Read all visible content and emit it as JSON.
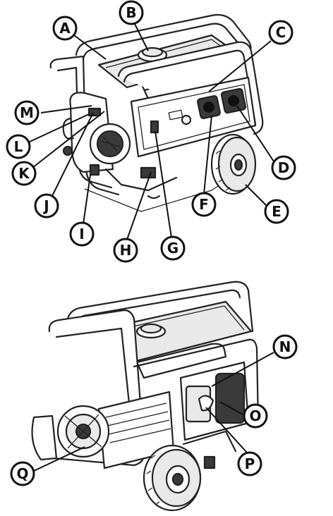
{
  "figure": {
    "views": [
      {
        "name": "front-view",
        "callouts": [
          "A",
          "B",
          "C",
          "D",
          "E",
          "F",
          "G",
          "H",
          "I",
          "J",
          "K",
          "L",
          "M"
        ]
      },
      {
        "name": "rear-view",
        "callouts": [
          "N",
          "O",
          "P",
          "Q"
        ]
      }
    ]
  },
  "labels": {
    "A": "A",
    "B": "B",
    "C": "C",
    "D": "D",
    "E": "E",
    "F": "F",
    "G": "G",
    "H": "H",
    "I": "I",
    "J": "J",
    "K": "K",
    "L": "L",
    "M": "M",
    "N": "N",
    "O": "O",
    "P": "P",
    "Q": "Q"
  },
  "colors": {
    "line": "#111111",
    "background": "#ffffff",
    "panel": "#e9e9e9",
    "dark": "#3a3a3a"
  }
}
